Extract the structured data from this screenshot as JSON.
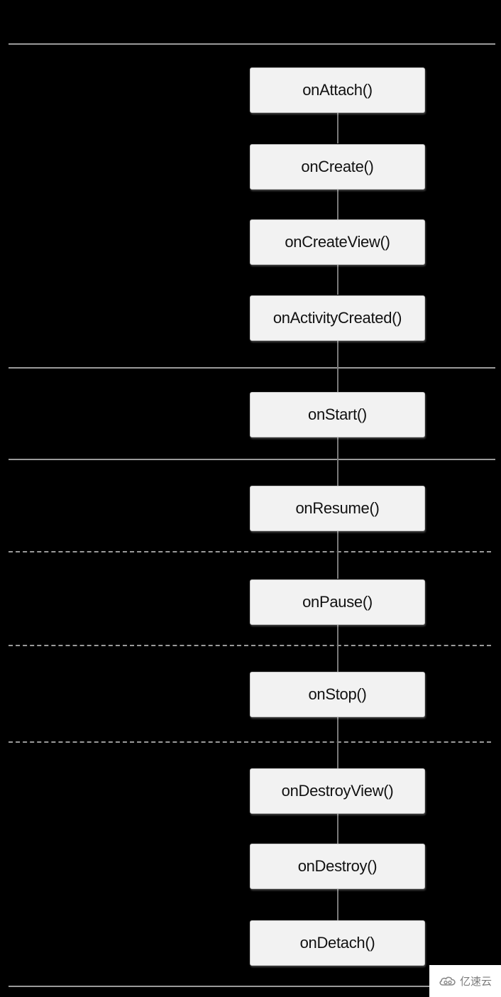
{
  "diagram": {
    "title": "",
    "methods": [
      "onAttach()",
      "onCreate()",
      "onCreateView()",
      "onActivityCreated()",
      "onStart()",
      "onResume()",
      "onPause()",
      "onStop()",
      "onDestroyView()",
      "onDestroy()",
      "onDetach()"
    ],
    "separators": [
      "solid",
      "solid",
      "solid",
      "solid",
      "dashed",
      "dashed",
      "dashed",
      "solid"
    ]
  },
  "colors": {
    "background": "#000000",
    "box_fill": "#f2f2f2",
    "separator": "#9a9a9a",
    "text": "#111111"
  },
  "watermark": {
    "text": "亿速云",
    "icon": "cloud-logo-icon"
  }
}
